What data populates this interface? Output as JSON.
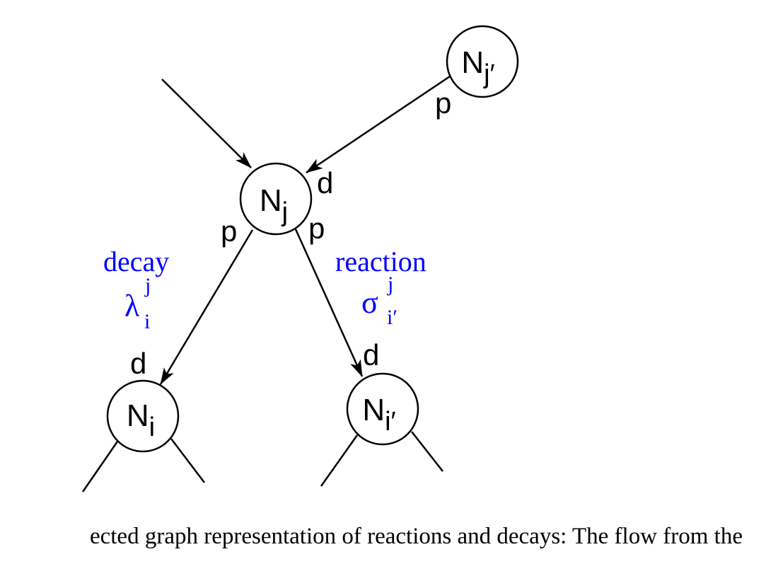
{
  "nodes": {
    "nj": {
      "letter": "N",
      "sub": "j"
    },
    "njp": {
      "letter": "N",
      "sub": "j′"
    },
    "ni": {
      "letter": "N",
      "sub": "i"
    },
    "nip": {
      "letter": "N",
      "sub": "i′"
    }
  },
  "ports": {
    "parent_out": "p",
    "nj_in": "d",
    "nj_out_left": "p",
    "nj_out_right": "p",
    "ni_in": "d",
    "nip_in": "d"
  },
  "processes": {
    "decay": {
      "word": "decay",
      "symbol": "λ",
      "sup": "j",
      "sub": "i"
    },
    "reaction": {
      "word": "reaction",
      "symbol": "σ",
      "sup": "j",
      "sub": "i′"
    }
  },
  "caption": "ected graph representation of reactions and decays: The flow from the",
  "colors": {
    "label": "#0000ff",
    "line": "#000000"
  }
}
